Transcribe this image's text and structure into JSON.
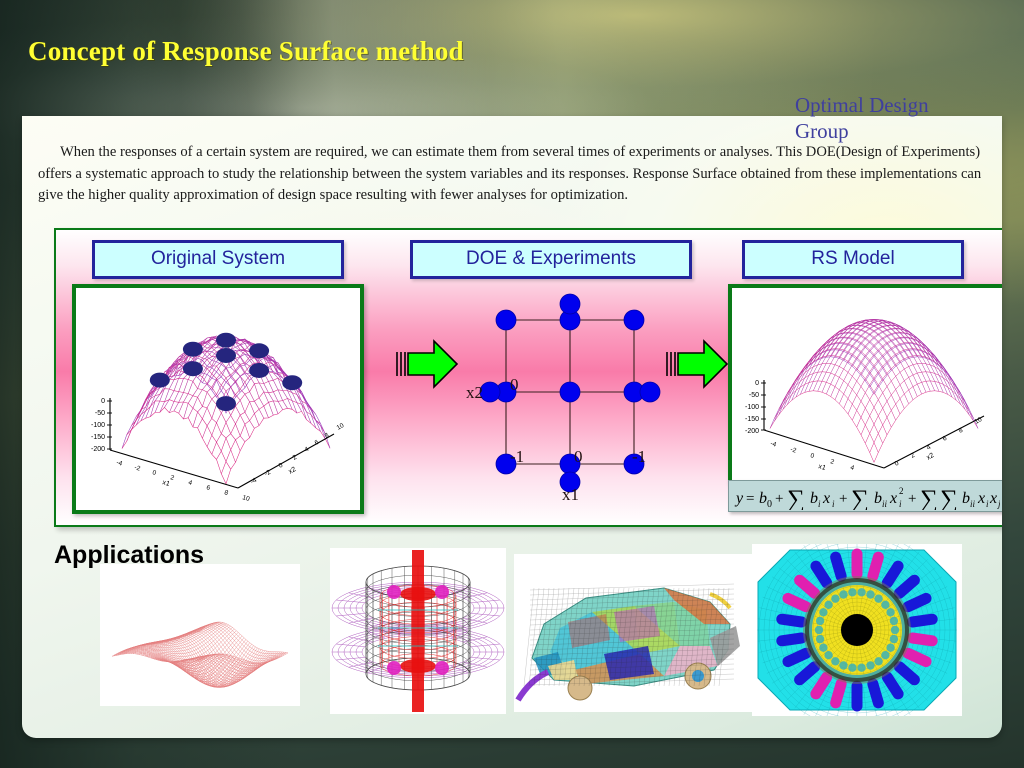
{
  "slide": {
    "title": "Concept of Response Surface method",
    "logo": {
      "line1": "Optimal Design",
      "line2": "Group"
    },
    "body_text": "When the responses of a certain system are required, we can estimate them from several times of experiments or analyses.  This DOE(Design of Experiments) offers a systematic approach to study the relationship between the system variables and its responses.   Response Surface obtained from these implementations can give the higher quality approximation of design space resulting with fewer analyses for optimization.",
    "applications_heading": "Applications"
  },
  "diagram": {
    "steps": [
      {
        "label": "Original System"
      },
      {
        "label": "DOE & Experiments"
      },
      {
        "label": "RS Model"
      }
    ],
    "arrows": [
      {
        "name": "arrow-1",
        "direction": "right"
      },
      {
        "name": "arrow-2",
        "direction": "right"
      }
    ],
    "formula": {
      "text": "y = b0 + Σ bi xi + Σ bii xi^2 + Σ Σ bii xi xj",
      "terms": [
        "y",
        "=",
        "b",
        "0",
        "+",
        "b",
        "i",
        "x",
        "i",
        "b",
        "ii",
        "x",
        "i",
        "2",
        "b",
        "ii",
        "x",
        "i",
        "x",
        "j"
      ]
    },
    "colors": {
      "chip_border": "#23239c",
      "chip_fill": "#ccffff",
      "chip_text": "#23239c",
      "panel_border": "#0a7a18",
      "arrow_fill": "#00ff00",
      "arrow_stroke": "#000000",
      "point_fill": "#0000ee",
      "mesh_magenta": "#cc2288",
      "formula_bg": "#bfd9d9"
    }
  },
  "chart_data": [
    {
      "name": "original-system-surface",
      "type": "surface",
      "title": "Original System",
      "xlabel": "x1",
      "ylabel": "x2",
      "zticks": [
        "0",
        "-50",
        "-100",
        "-150",
        "-200"
      ],
      "xticks": [
        "-4",
        "-2",
        "0",
        "2",
        "4",
        "6",
        "8",
        "10"
      ],
      "yticks": [
        "-4",
        "-2",
        "0",
        "2",
        "4",
        "6",
        "8",
        "10"
      ],
      "zlim": [
        -200,
        0
      ],
      "xlim": [
        -4,
        10
      ],
      "ylim": [
        -4,
        10
      ],
      "grid": true,
      "sample_points": [
        {
          "x": 0,
          "y": 0
        },
        {
          "x": 0,
          "y": 5
        },
        {
          "x": 0,
          "y": 10
        },
        {
          "x": 5,
          "y": 0
        },
        {
          "x": 5,
          "y": 5
        },
        {
          "x": 5,
          "y": 10
        },
        {
          "x": 10,
          "y": 0
        },
        {
          "x": 10,
          "y": 5
        },
        {
          "x": 10,
          "y": 10
        }
      ],
      "sample_point_count": 9,
      "note": "Noisy quadratic response surface with 9 experiment sample points overlaid"
    },
    {
      "name": "doe-design-plot",
      "type": "scatter",
      "title": "DOE & Experiments",
      "xlabel": "x1",
      "ylabel": "x2",
      "xticks": [
        "-1",
        "0",
        "1"
      ],
      "yticks": [
        "-1",
        "0",
        "1"
      ],
      "xlim": [
        -1.7,
        1.7
      ],
      "ylim": [
        -1.7,
        1.7
      ],
      "grid": true,
      "design": "central-composite",
      "points": [
        {
          "x": -1,
          "y": 1
        },
        {
          "x": 0,
          "y": 1
        },
        {
          "x": 1,
          "y": 1
        },
        {
          "x": -1,
          "y": 0
        },
        {
          "x": 0,
          "y": 0
        },
        {
          "x": 1,
          "y": 0
        },
        {
          "x": -1,
          "y": -1
        },
        {
          "x": 0,
          "y": -1
        },
        {
          "x": 1,
          "y": -1
        },
        {
          "x": 0,
          "y": 1.6
        },
        {
          "x": 0,
          "y": -1.6
        },
        {
          "x": -1.6,
          "y": 0
        },
        {
          "x": 1.6,
          "y": 0
        }
      ],
      "point_count": 13
    },
    {
      "name": "rs-model-surface",
      "type": "surface",
      "title": "RS Model",
      "xlabel": "x1",
      "ylabel": "x2",
      "zticks": [
        "0",
        "-50",
        "-100",
        "-150",
        "-200"
      ],
      "xticks": [
        "-4",
        "-2",
        "0",
        "2",
        "4"
      ],
      "yticks": [
        "0",
        "2",
        "4",
        "6",
        "8",
        "10"
      ],
      "zlim": [
        -200,
        0
      ],
      "xlim": [
        -4,
        10
      ],
      "ylim": [
        -4,
        10
      ],
      "grid": true,
      "sample_point_count": 0,
      "note": "Smooth fitted quadratic response surface, no scatter points"
    }
  ],
  "applications": [
    {
      "name": "wavy-mesh-surface",
      "caption": ""
    },
    {
      "name": "cylindrical-fem-model",
      "caption": ""
    },
    {
      "name": "car-body-fem-model",
      "caption": ""
    },
    {
      "name": "motor-cross-section-mesh",
      "caption": ""
    }
  ]
}
